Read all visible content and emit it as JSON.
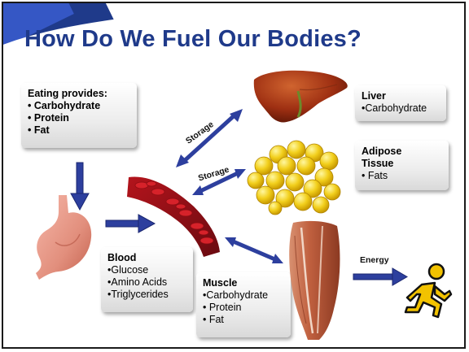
{
  "title": "How Do We Fuel Our Bodies?",
  "colors": {
    "title": "#1f3a8a",
    "arrow": "#2d3f9e",
    "runner": "#f2c200"
  },
  "eating": {
    "heading": "Eating provides:",
    "items": [
      "Carbohydrate",
      "Protein",
      "Fat"
    ],
    "bullet": "•"
  },
  "blood": {
    "heading": "Blood",
    "items": [
      "•Glucose",
      "•Amino Acids",
      "•Triglycerides"
    ]
  },
  "liver": {
    "heading": "Liver",
    "items": [
      "•Carbohydrate"
    ]
  },
  "adipose": {
    "heading_line1": "Adipose",
    "heading_line2": "Tissue",
    "items": [
      "• Fats"
    ]
  },
  "muscle": {
    "heading": "Muscle",
    "items": [
      "•Carbohydrate",
      "• Protein",
      "• Fat"
    ]
  },
  "labels": {
    "storage_liver": "Storage",
    "storage_adipose": "Storage",
    "energy": "Energy"
  },
  "icons": [
    "stomach-icon",
    "blood-vessel-icon",
    "liver-icon",
    "fat-cells-icon",
    "muscle-icon",
    "runner-icon"
  ]
}
